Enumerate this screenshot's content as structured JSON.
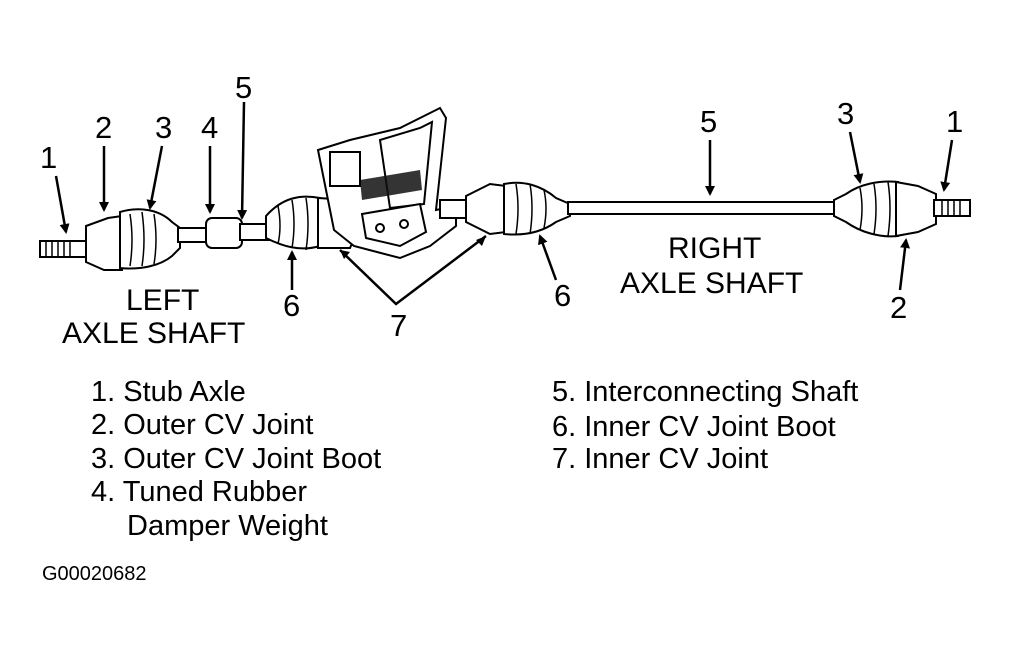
{
  "callouts": {
    "left_1": "1",
    "left_2": "2",
    "left_3": "3",
    "left_4": "4",
    "left_5": "5",
    "left_6": "6",
    "center_7": "7",
    "right_5": "5",
    "right_3": "3",
    "right_1": "1",
    "right_6": "6",
    "right_2": "2"
  },
  "captions": {
    "left_line1": "LEFT",
    "left_line2": "AXLE SHAFT",
    "right_line1": "RIGHT",
    "right_line2": "AXLE SHAFT"
  },
  "legend": {
    "left": [
      "1. Stub Axle",
      "2. Outer CV Joint",
      "3. Outer CV Joint Boot",
      "4. Tuned Rubber",
      "Damper Weight"
    ],
    "right": [
      "5. Interconnecting Shaft",
      "6. Inner CV Joint Boot",
      "7. Inner CV Joint"
    ]
  },
  "figure_code": "G00020682"
}
